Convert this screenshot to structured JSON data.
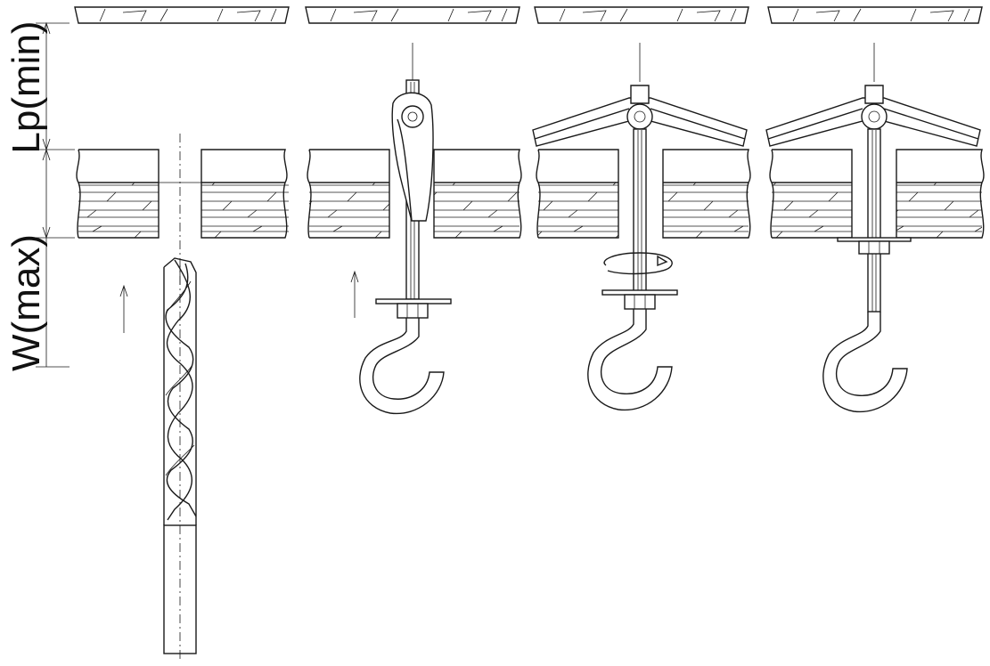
{
  "dimensions": {
    "lp_label": "Lp(min)",
    "w_label": "W(max)"
  },
  "steps": [
    {
      "name": "drill-hole"
    },
    {
      "name": "insert-anchor"
    },
    {
      "name": "tighten-nut"
    },
    {
      "name": "installed"
    }
  ]
}
